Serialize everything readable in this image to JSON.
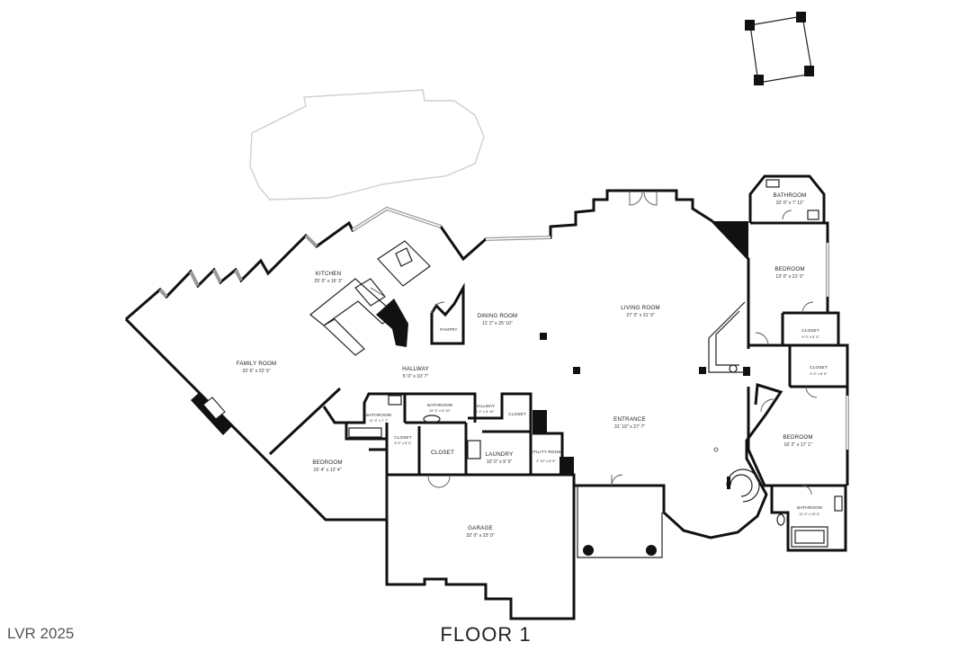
{
  "floor_title": "FLOOR 1",
  "watermark": "LVR 2025",
  "rooms": {
    "kitchen": {
      "name": "KITCHEN",
      "dims": "25' 0\" x 16' 3\""
    },
    "family_room": {
      "name": "FAMILY ROOM",
      "dims": "33' 6\" x 22' 9\""
    },
    "dining_room": {
      "name": "DINING ROOM",
      "dims": "11' 2\" x 25' 10\""
    },
    "pantry": {
      "name": "PANTRY",
      "dims": ""
    },
    "living_room": {
      "name": "LIVING ROOM",
      "dims": "27' 0\" x 31' 0\""
    },
    "hallway_main": {
      "name": "HALLWAY",
      "dims": "5' 0\" x 10' 7\""
    },
    "bathroom_upper_right": {
      "name": "BATHROOM",
      "dims": "10' 0\" x 7' 11\""
    },
    "bedroom_right": {
      "name": "BEDROOM",
      "dims": "13' 0\" x 21' 0\""
    },
    "closet_right_1": {
      "name": "CLOSET",
      "dims": "9' 0\" x 5' 3\""
    },
    "closet_right_2": {
      "name": "CLOSET",
      "dims": "9' 0\" x 6' 5\""
    },
    "bedroom_lower_right": {
      "name": "BEDROOM",
      "dims": "16' 2\" x 17' 1\""
    },
    "bathroom_lower_right": {
      "name": "BATHROOM",
      "dims": "11' 0\" x 10' 5\""
    },
    "entrance": {
      "name": "ENTRANCE",
      "dims": "31' 10\" x 27' 7\""
    },
    "bathroom_small_1": {
      "name": "BATHROOM",
      "dims": "11' 3\" x 7' 7\""
    },
    "bathroom_small_2": {
      "name": "BATHROOM",
      "dims": "10' 3\" x 5' 10\""
    },
    "hallway_small": {
      "name": "HALLWAY",
      "dims": "6' 1\" x 5' 10\""
    },
    "closet_small_top": {
      "name": "CLOSET",
      "dims": ""
    },
    "closet_small_a": {
      "name": "CLOSET",
      "dims": "5' 9\" x 6' 0\""
    },
    "closet_small_b": {
      "name": "CLOSET",
      "dims": ""
    },
    "laundry": {
      "name": "LAUNDRY",
      "dims": "10' 0\" x 9' 5\""
    },
    "utility_room": {
      "name": "UTILITY ROOM",
      "dims": "4' 10\" x 6' 9\""
    },
    "bedroom_left": {
      "name": "BEDROOM",
      "dims": "15' 4\" x 12' 4\""
    },
    "garage": {
      "name": "GARAGE",
      "dims": "32' 0\" x 23' 0\""
    }
  },
  "colors": {
    "walls": "#111111",
    "windows": "#9a9a9a",
    "outline": "#cfcfcf",
    "background": "#ffffff"
  }
}
